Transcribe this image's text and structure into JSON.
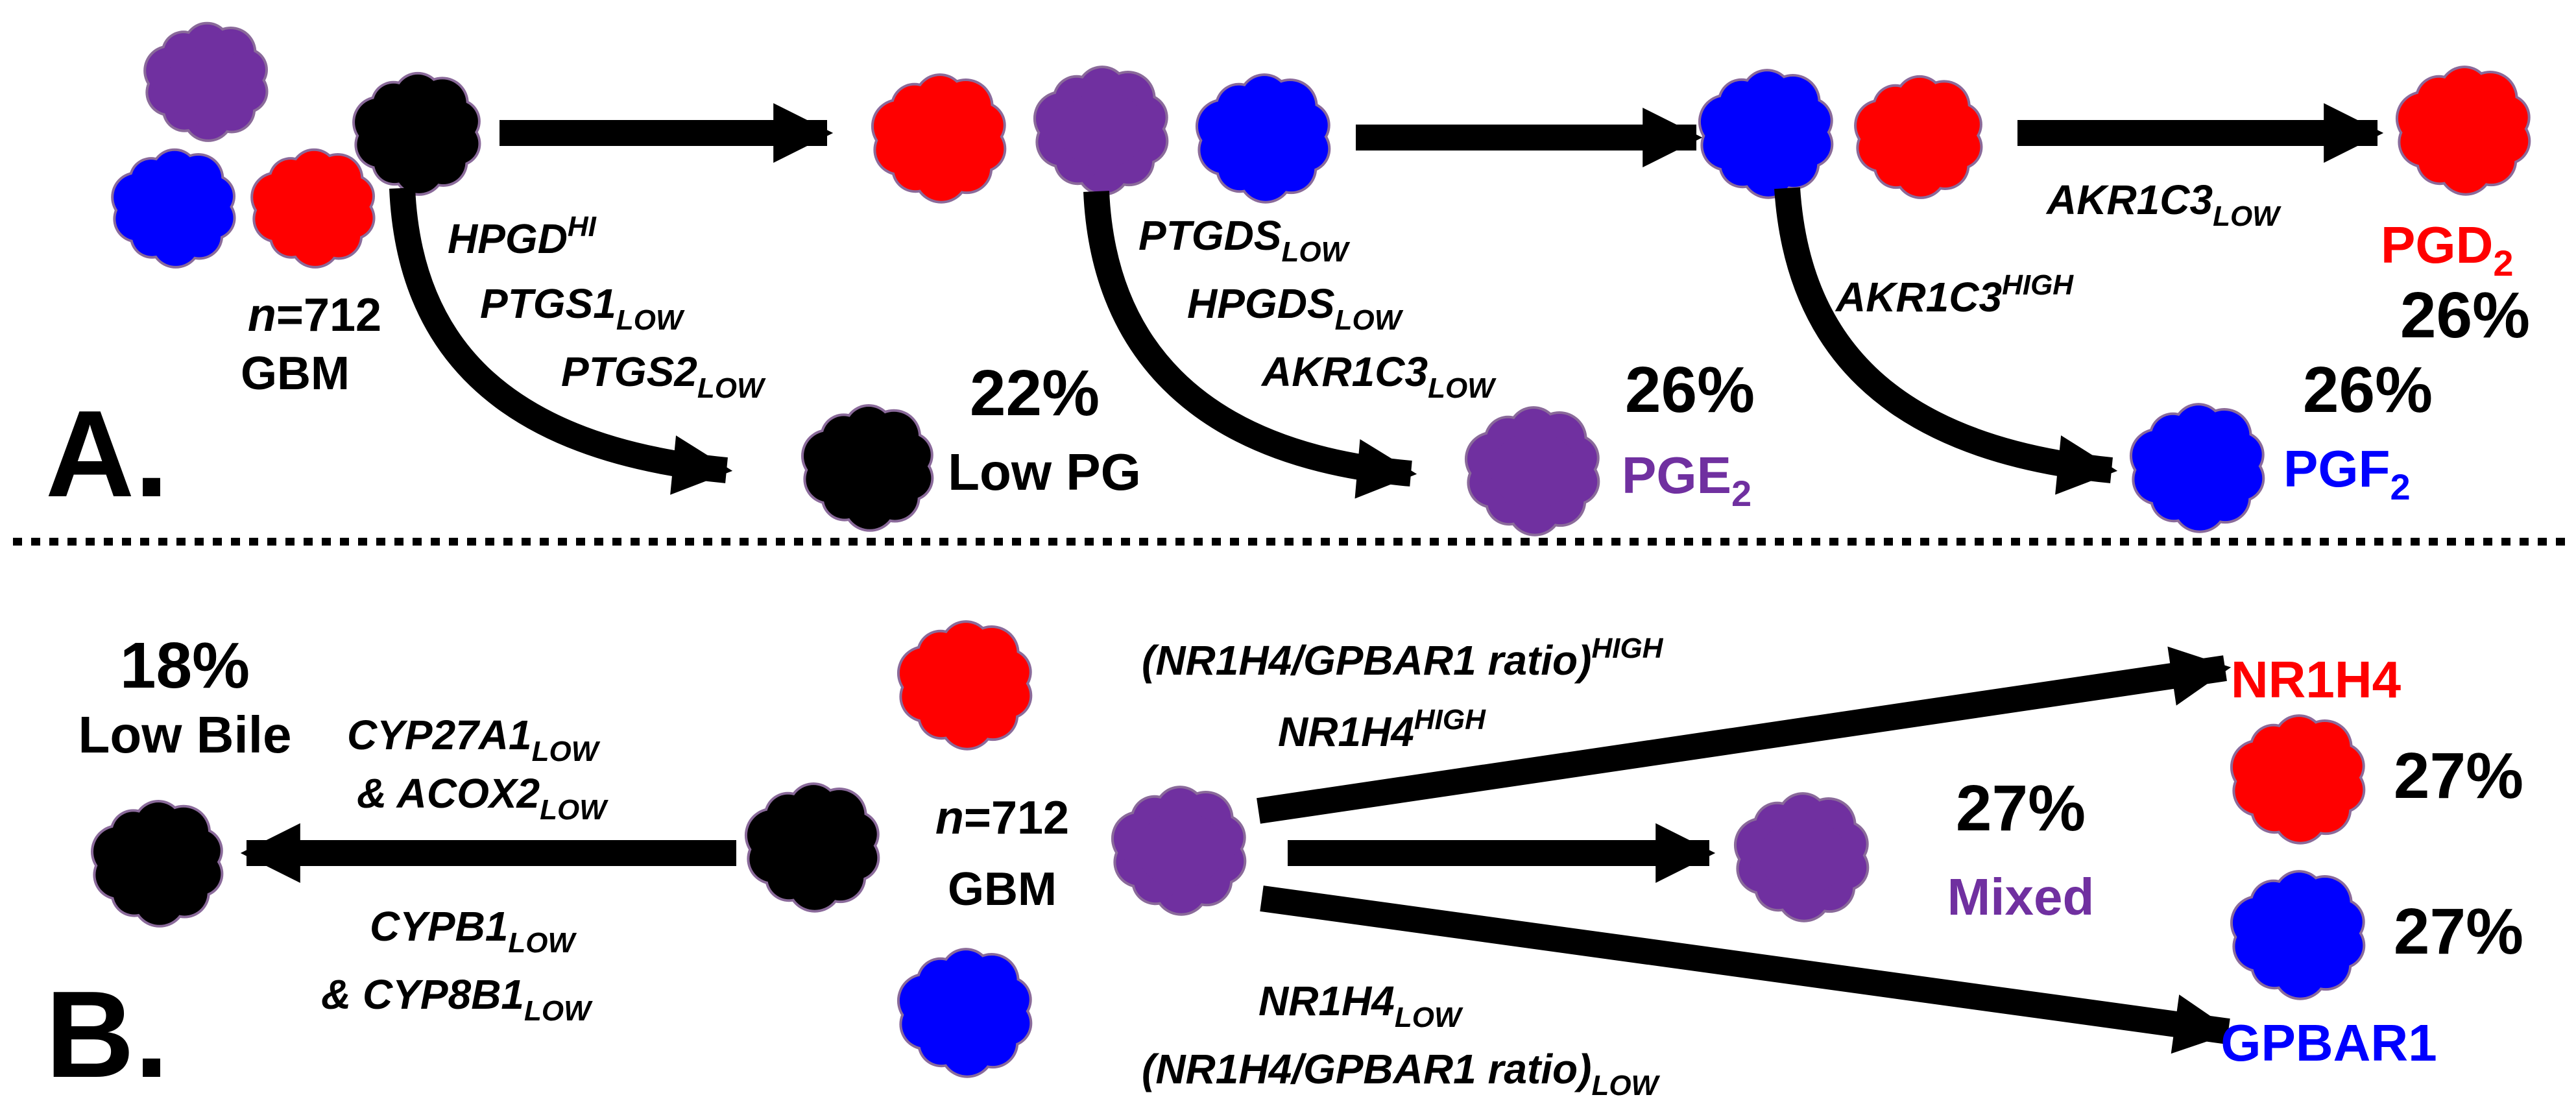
{
  "colors": {
    "red": "#ff0000",
    "purple": "#7030a0",
    "blue": "#0000ff",
    "black": "#000000",
    "cluster_outline": "#8a6a9a"
  },
  "panel_a": {
    "label": "A.",
    "n_prefix": "n",
    "n_value": "=712",
    "cohort": "GBM",
    "hpgd": "HPGD",
    "hpgd_sup": "HI",
    "ptgs1": "PTGS1",
    "ptgs1_sub": "LOW",
    "ptgs2": "PTGS2",
    "ptgs2_sub": "LOW",
    "low_pg_pct": "22%",
    "low_pg_label": "Low PG",
    "ptgds": "PTGDS",
    "ptgds_sub": "LOW",
    "hpgds": "HPGDS",
    "hpgds_sub": "LOW",
    "akr1c3_pge": "AKR1C3",
    "akr1c3_pge_sub": "LOW",
    "pge2_pct": "26%",
    "pge2_label": "PGE",
    "pge2_sub": "2",
    "akr1c3_high": "AKR1C3",
    "akr1c3_high_sup": "HIGH",
    "pgf2_pct": "26%",
    "pgf2_label": "PGF",
    "pgf2_sub": "2",
    "akr1c3_low": "AKR1C3",
    "akr1c3_low_sub": "LOW",
    "pgd2_label": "PGD",
    "pgd2_sub": "2",
    "pgd2_pct": "26%"
  },
  "panel_b": {
    "label": "B.",
    "low_bile_pct": "18%",
    "low_bile_label": "Low Bile",
    "cyp27a1": "CYP27A1",
    "cyp27a1_sub": "LOW",
    "acox2": "& ACOX2",
    "acox2_sub": "LOW",
    "cypb1": "CYPB1",
    "cypb1_sub": "LOW",
    "cyp8b1": "& CYP8B1",
    "cyp8b1_sub": "LOW",
    "n_prefix": "n",
    "n_value": "=712",
    "cohort": "GBM",
    "ratio_high": "(NR1H4/GPBAR1 ratio)",
    "ratio_high_sup": "HIGH",
    "nr1h4_high": "NR1H4",
    "nr1h4_high_sup": "HIGH",
    "nr1h4_label": "NR1H4",
    "nr1h4_pct": "27%",
    "mixed_pct": "27%",
    "mixed_label": "Mixed",
    "gpbar1_pct": "27%",
    "gpbar1_label": "GPBAR1",
    "nr1h4_low": "NR1H4",
    "nr1h4_low_sub": "LOW",
    "ratio_low": "(NR1H4/GPBAR1 ratio)",
    "ratio_low_sub": "LOW"
  }
}
